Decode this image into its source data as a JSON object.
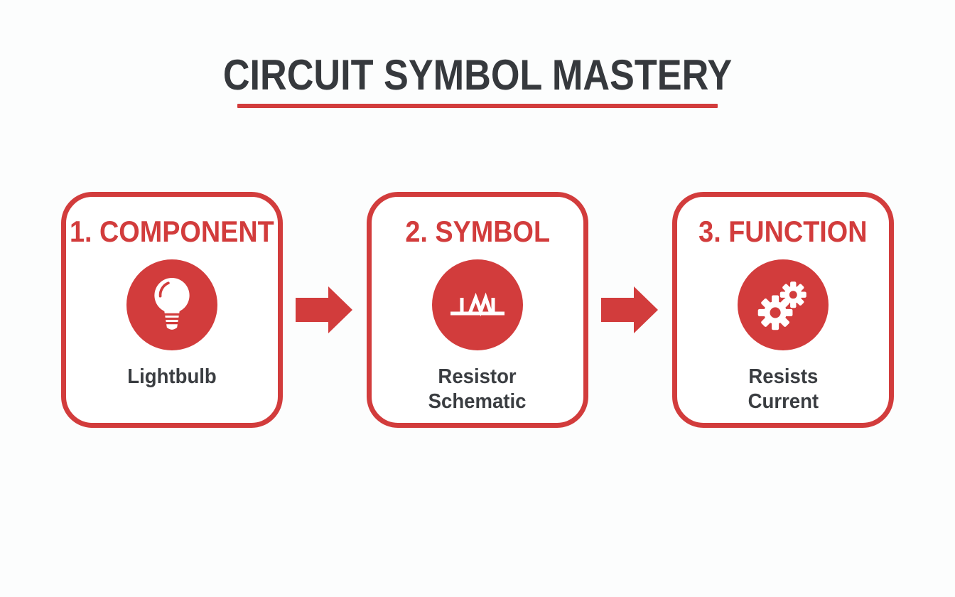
{
  "page": {
    "title": "CIRCUIT SYMBOL MASTERY"
  },
  "colors": {
    "accent": "#d23c3c",
    "titleText": "#36393d",
    "captionText": "#3a3d41",
    "background": "#fcfdfd"
  },
  "steps": [
    {
      "heading": "1. COMPONENT",
      "icon": "lightbulb-icon",
      "caption": "Lightbulb"
    },
    {
      "heading": "2. SYMBOL",
      "icon": "resistor-schematic-icon",
      "caption": "Resistor\nSchematic"
    },
    {
      "heading": "3. FUNCTION",
      "icon": "gears-icon",
      "caption": "Resists\nCurrent"
    }
  ]
}
